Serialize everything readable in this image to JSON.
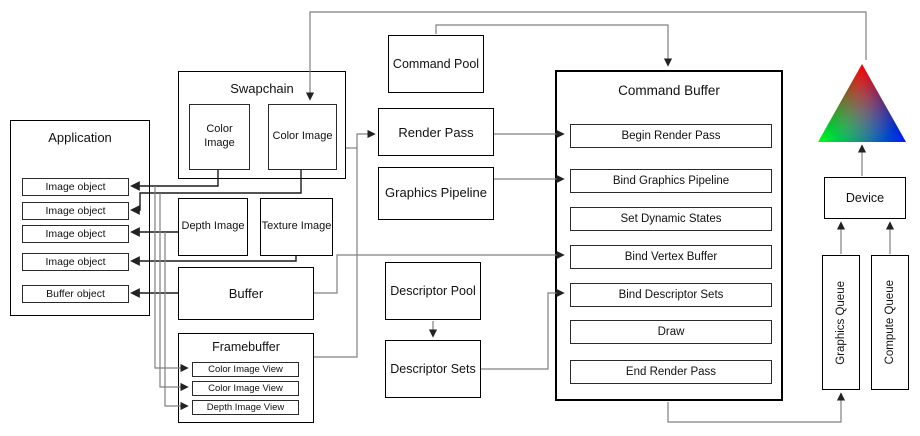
{
  "application": {
    "title": "Application",
    "objects": [
      "Image object",
      "Image object",
      "Image object",
      "Image object",
      "Buffer object"
    ]
  },
  "swapchain": {
    "title": "Swapchain",
    "images": [
      "Color Image",
      "Color Image"
    ]
  },
  "images": {
    "depth": "Depth Image",
    "texture": "Texture Image"
  },
  "buffer": {
    "label": "Buffer"
  },
  "framebuffer": {
    "title": "Framebuffer",
    "views": [
      "Color Image View",
      "Color Image View",
      "Depth Image View"
    ]
  },
  "command_pool": {
    "label": "Command Pool"
  },
  "render_pass": {
    "label": "Render Pass"
  },
  "graphics_pipeline": {
    "label": "Graphics Pipeline"
  },
  "descriptor_pool": {
    "label": "Descriptor Pool"
  },
  "descriptor_sets": {
    "label": "Descriptor Sets"
  },
  "command_buffer": {
    "title": "Command Buffer",
    "steps": [
      "Begin Render Pass",
      "Bind Graphics Pipeline",
      "Set Dynamic States",
      "Bind Vertex Buffer",
      "Bind Descriptor Sets",
      "Draw",
      "End Render Pass"
    ]
  },
  "device": {
    "label": "Device"
  },
  "queues": {
    "graphics": "Graphics Queue",
    "compute": "Compute Queue"
  },
  "triangle": {
    "icon": "rgb-vertex-colored-triangle",
    "colors": {
      "top": "#ff0000",
      "left": "#00ff00",
      "right": "#0000ff"
    }
  }
}
